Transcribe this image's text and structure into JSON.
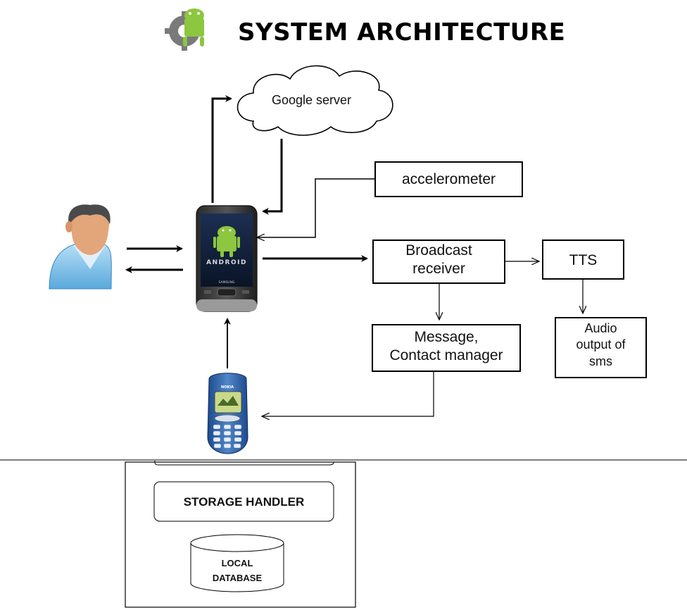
{
  "header": {
    "title": "SYSTEM ARCHITECTURE",
    "logo_icon": "android-gear-icon"
  },
  "nodes": {
    "cloud": {
      "label": "Google server",
      "icon": "cloud-icon"
    },
    "accelerometer": {
      "label": "accelerometer"
    },
    "broadcast": {
      "label_line1": "Broadcast",
      "label_line2": "receiver"
    },
    "tts": {
      "label": "TTS"
    },
    "message": {
      "label_line1": "Message,",
      "label_line2": "Contact manager"
    },
    "audio": {
      "label_line1": "Audio",
      "label_line2": "output of",
      "label_line3": "sms"
    },
    "storage": {
      "label": "STORAGE HANDLER"
    },
    "database": {
      "label_line1": "LOCAL",
      "label_line2": "DATABASE",
      "icon": "database-cylinder-icon"
    },
    "user": {
      "icon": "user-avatar-icon"
    },
    "android_phone": {
      "icon": "android-smartphone-icon",
      "screen_text": "ANDROID",
      "brand_text": "SAMSUNG"
    },
    "nokia_phone": {
      "icon": "nokia-phone-icon",
      "brand_text": "NOKIA"
    }
  },
  "colors": {
    "android_green": "#8dc63f",
    "user_shirt": "#7ec3ea",
    "skin": "#e3a57a",
    "line": "#000000"
  }
}
